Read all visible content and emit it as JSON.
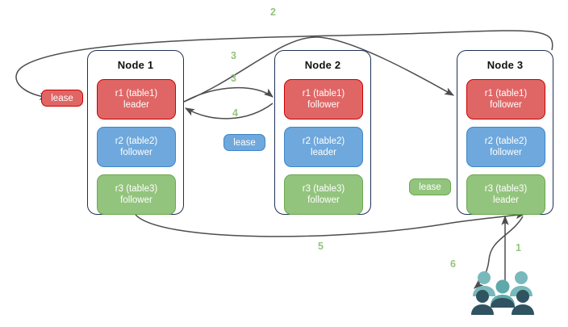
{
  "diagram": {
    "title": "Distributed database lease and replica routing diagram",
    "colors": {
      "red_fill": "#e06666",
      "red_border": "#cc0000",
      "blue_fill": "#6fa8dc",
      "blue_border": "#3d85c6",
      "green_fill": "#93c47d",
      "green_border": "#6aa84f",
      "node_border": "#1f3055",
      "edge": "#4d4d4d",
      "step_label": "#93c47d",
      "people_light": "#76b5b5",
      "people_dark": "#2f5360"
    }
  },
  "nodes": [
    {
      "title": "Node 1",
      "replicas": [
        {
          "name": "r1 (table1)",
          "role": "leader",
          "color": "red"
        },
        {
          "name": "r2 (table2)",
          "role": "follower",
          "color": "blue"
        },
        {
          "name": "r3 (table3)",
          "role": "follower",
          "color": "green"
        }
      ]
    },
    {
      "title": "Node 2",
      "replicas": [
        {
          "name": "r1 (table1)",
          "role": "follower",
          "color": "red"
        },
        {
          "name": "r2 (table2)",
          "role": "leader",
          "color": "blue"
        },
        {
          "name": "r3 (table3)",
          "role": "follower",
          "color": "green"
        }
      ]
    },
    {
      "title": "Node 3",
      "replicas": [
        {
          "name": "r1 (table1)",
          "role": "follower",
          "color": "red"
        },
        {
          "name": "r2 (table2)",
          "role": "follower",
          "color": "blue"
        },
        {
          "name": "r3 (table3)",
          "role": "leader",
          "color": "green"
        }
      ]
    }
  ],
  "leases": [
    {
      "label": "lease",
      "color": "red"
    },
    {
      "label": "lease",
      "color": "blue"
    },
    {
      "label": "lease",
      "color": "green"
    }
  ],
  "steps": [
    {
      "label": "1"
    },
    {
      "label": "2"
    },
    {
      "label": "3"
    },
    {
      "label": "3"
    },
    {
      "label": "4"
    },
    {
      "label": "5"
    },
    {
      "label": "6"
    }
  ],
  "client": {
    "icon": "people-group-icon"
  }
}
